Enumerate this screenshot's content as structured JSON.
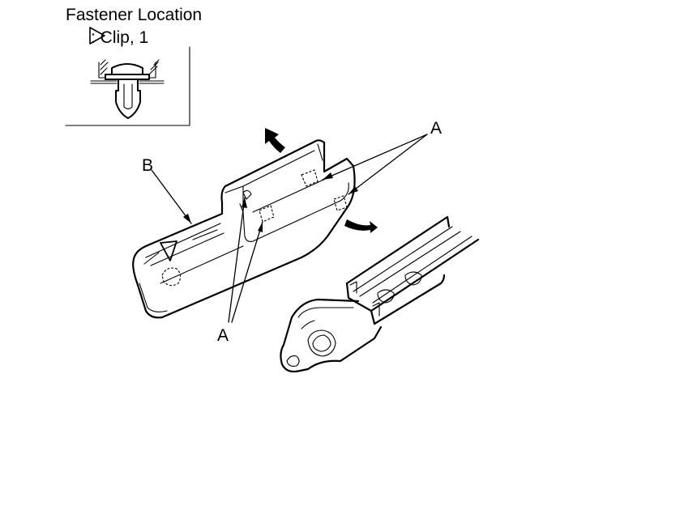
{
  "legend": {
    "title": "Fastener Location",
    "clip_text": ": Clip, 1",
    "clip_symbol": "triangle-outline-icon"
  },
  "callouts": {
    "a_top": "A",
    "b": "B",
    "a_bottom": "A"
  },
  "colors": {
    "line": "#000000",
    "background": "#ffffff"
  }
}
